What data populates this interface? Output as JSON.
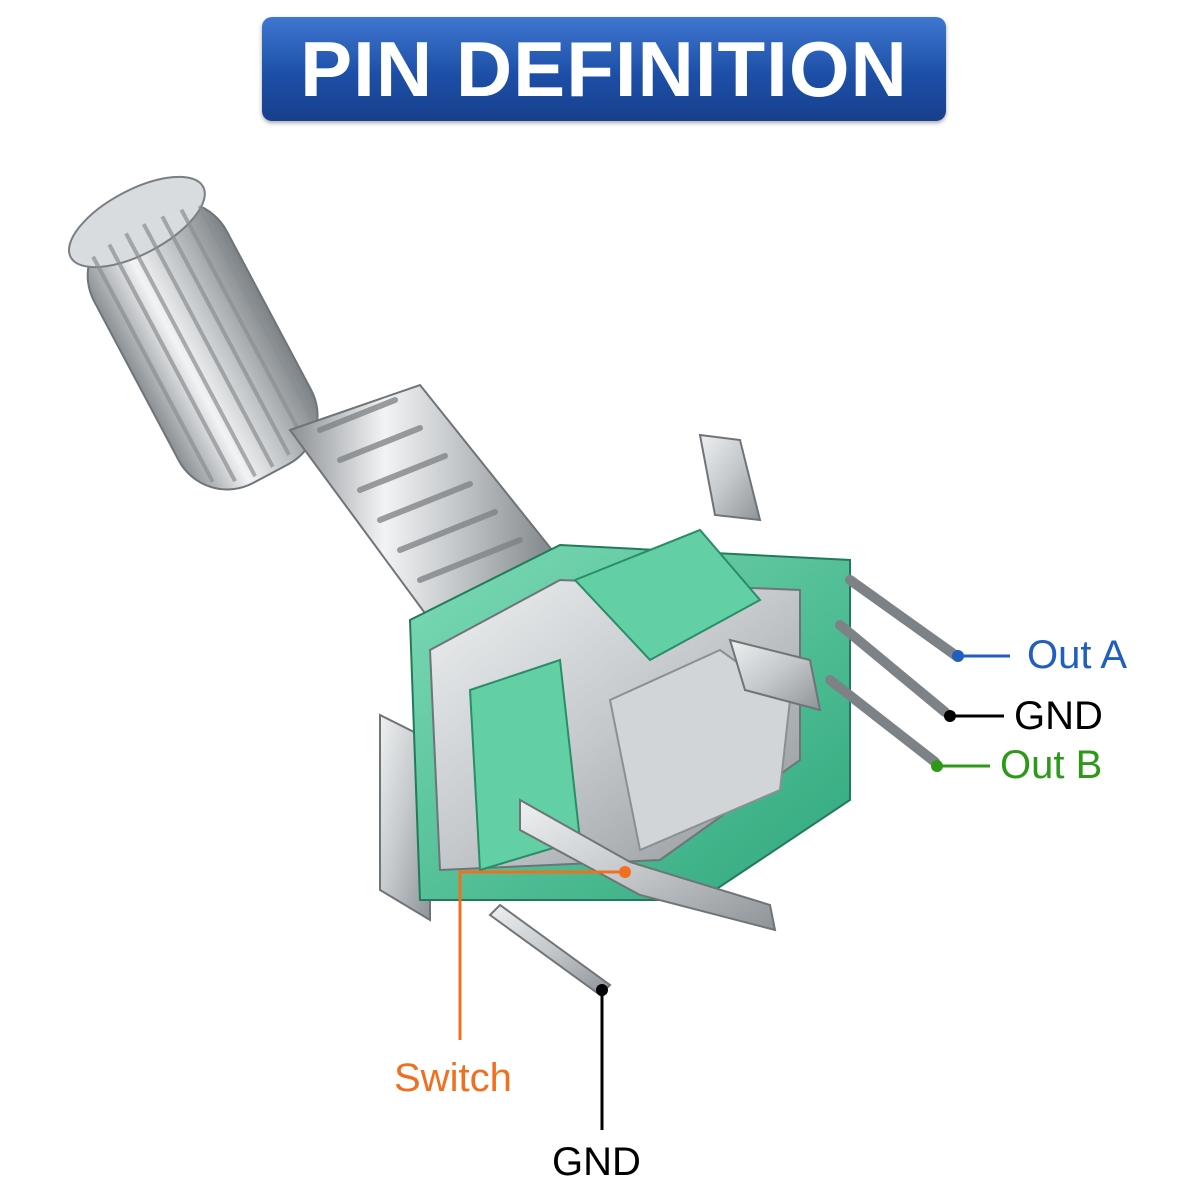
{
  "title": "PIN DEFINITION",
  "pins": {
    "out_a": {
      "label": "Out A",
      "color": "#1f5fbf"
    },
    "gnd_right": {
      "label": "GND",
      "color": "#000000"
    },
    "out_b": {
      "label": "Out B",
      "color": "#2c9a18"
    },
    "switch": {
      "label": "Switch",
      "color": "#f07020"
    },
    "gnd_bottom": {
      "label": "GND",
      "color": "#000000"
    }
  },
  "colors": {
    "banner": "#2358b4",
    "board": "#4fc49a",
    "metal": "#c7cbce"
  }
}
